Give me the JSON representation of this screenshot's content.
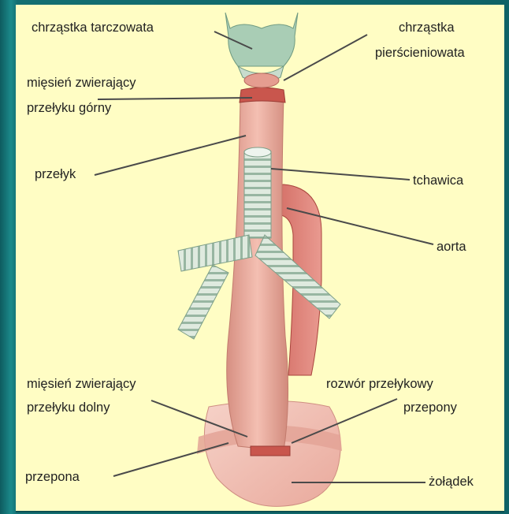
{
  "labels": {
    "thyroid_cartilage": "chrząstka tarczowata",
    "cricoid_cartilage_1": "chrząstka",
    "cricoid_cartilage_2": "pierścieniowata",
    "upper_sphincter_1": "mięsień zwierający",
    "upper_sphincter_2": "przełyku górny",
    "esophagus": "przełyk",
    "trachea": "tchawica",
    "aorta": "aorta",
    "lower_sphincter_1": "mięsień zwierający",
    "lower_sphincter_2": "przełyku dolny",
    "hiatus_1": "rozwór przełykowy",
    "hiatus_2": "przepony",
    "diaphragm": "przepona",
    "stomach": "żołądek"
  },
  "colors": {
    "background": "#0f6266",
    "panel": "#fffdc4",
    "esophagus": "#e8a898",
    "cartilage": "#a9cdb5",
    "trachea": "#cfe0d4",
    "aorta": "#d8736a",
    "stomach": "#f0c0b4"
  }
}
